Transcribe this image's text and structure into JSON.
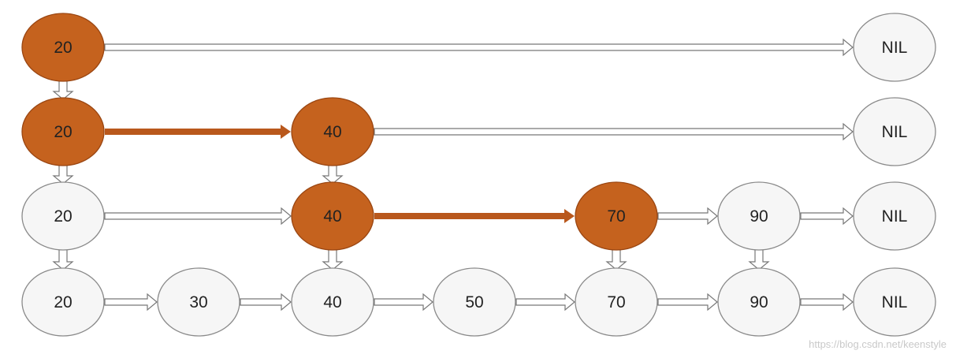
{
  "colors": {
    "highlight_fill": "#c5621e",
    "highlight_stroke": "#9a4612",
    "normal_fill": "#f6f6f6",
    "normal_stroke": "#8a8a8a",
    "highlight_arrow": "#b9581c",
    "normal_arrow_stroke": "#777777"
  },
  "levels": [
    {
      "nodes": [
        {
          "label": "20",
          "highlighted": true
        },
        {
          "label": "NIL",
          "highlighted": false
        }
      ],
      "links": [
        {
          "from": 0,
          "to": 1,
          "highlighted": false
        }
      ]
    },
    {
      "nodes": [
        {
          "label": "20",
          "highlighted": true
        },
        {
          "label": "40",
          "highlighted": true
        },
        {
          "label": "NIL",
          "highlighted": false
        }
      ],
      "links": [
        {
          "from": 0,
          "to": 1,
          "highlighted": true
        },
        {
          "from": 1,
          "to": 2,
          "highlighted": false
        }
      ]
    },
    {
      "nodes": [
        {
          "label": "20",
          "highlighted": false
        },
        {
          "label": "40",
          "highlighted": true
        },
        {
          "label": "70",
          "highlighted": true
        },
        {
          "label": "90",
          "highlighted": false
        },
        {
          "label": "NIL",
          "highlighted": false
        }
      ],
      "links": [
        {
          "from": 0,
          "to": 1,
          "highlighted": false
        },
        {
          "from": 1,
          "to": 2,
          "highlighted": true
        },
        {
          "from": 2,
          "to": 3,
          "highlighted": false
        },
        {
          "from": 3,
          "to": 4,
          "highlighted": false
        }
      ]
    },
    {
      "nodes": [
        {
          "label": "20",
          "highlighted": false
        },
        {
          "label": "30",
          "highlighted": false
        },
        {
          "label": "40",
          "highlighted": false
        },
        {
          "label": "50",
          "highlighted": false
        },
        {
          "label": "70",
          "highlighted": false
        },
        {
          "label": "90",
          "highlighted": false
        },
        {
          "label": "NIL",
          "highlighted": false
        }
      ],
      "links": [
        {
          "from": 0,
          "to": 1,
          "highlighted": false
        },
        {
          "from": 1,
          "to": 2,
          "highlighted": false
        },
        {
          "from": 2,
          "to": 3,
          "highlighted": false
        },
        {
          "from": 3,
          "to": 4,
          "highlighted": false
        },
        {
          "from": 4,
          "to": 5,
          "highlighted": false
        },
        {
          "from": 5,
          "to": 6,
          "highlighted": false
        }
      ]
    }
  ],
  "down_links": [
    {
      "key": "20",
      "from_level": 0,
      "to_level": 1
    },
    {
      "key": "20",
      "from_level": 1,
      "to_level": 2
    },
    {
      "key": "20",
      "from_level": 2,
      "to_level": 3
    },
    {
      "key": "40",
      "from_level": 1,
      "to_level": 2
    },
    {
      "key": "40",
      "from_level": 2,
      "to_level": 3
    },
    {
      "key": "70",
      "from_level": 2,
      "to_level": 3
    },
    {
      "key": "90",
      "from_level": 2,
      "to_level": 3
    }
  ],
  "watermark": "https://blog.csdn.net/keenstyle"
}
